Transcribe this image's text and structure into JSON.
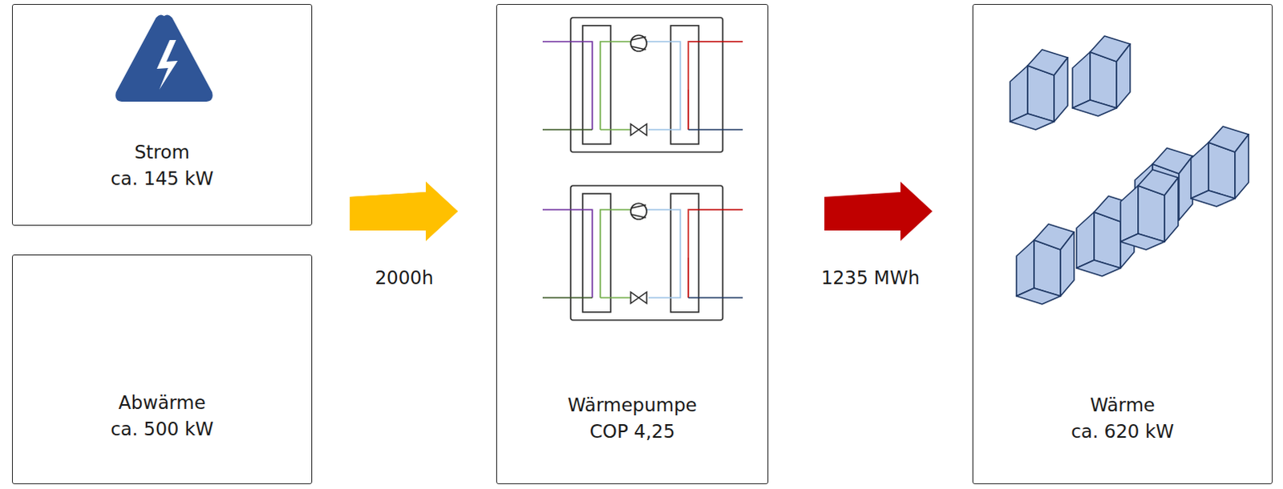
{
  "diagram": {
    "nodes": [
      {
        "text": [
          "Strom",
          "ca. 145 kW"
        ]
      },
      {
        "text": [
          "Abwärme",
          "ca. 500 kW"
        ]
      },
      {
        "text": [
          "Wärmepumpe",
          "COP 4,25"
        ]
      },
      {
        "text": [
          "Wärme",
          "ca. 620 kW"
        ]
      }
    ],
    "edges": [
      {
        "from": 0,
        "to": 2,
        "arrow": "to",
        "label": "2000h"
      },
      {
        "from": 1,
        "to": 2,
        "arrow": "to"
      },
      {
        "from": 2,
        "to": 3,
        "arrow": "to",
        "label": "1235 MWh"
      }
    ]
  }
}
